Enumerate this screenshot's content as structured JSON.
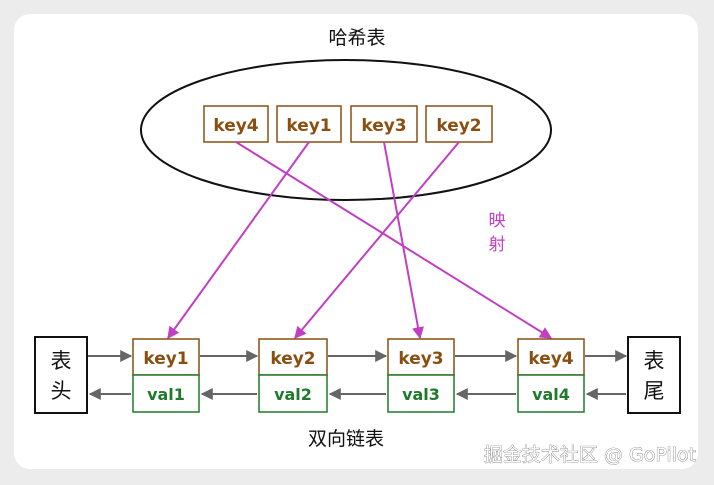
{
  "hash_table": {
    "title": "哈希表",
    "keys": [
      "key4",
      "key1",
      "key3",
      "key2"
    ]
  },
  "mapping_label": [
    "映",
    "射"
  ],
  "linked_list": {
    "title": "双向链表",
    "head": [
      "表",
      "头"
    ],
    "tail": [
      "表",
      "尾"
    ],
    "nodes": [
      {
        "key": "key1",
        "val": "val1"
      },
      {
        "key": "key2",
        "val": "val2"
      },
      {
        "key": "key3",
        "val": "val3"
      },
      {
        "key": "key4",
        "val": "val4"
      }
    ]
  },
  "watermark": "掘金技术社区 @ GoPilot",
  "colors": {
    "key_border": "#8a4e10",
    "val_border": "#1f7a2c",
    "mapping_arrow": "#c23ec2",
    "list_arrow": "#666666"
  }
}
